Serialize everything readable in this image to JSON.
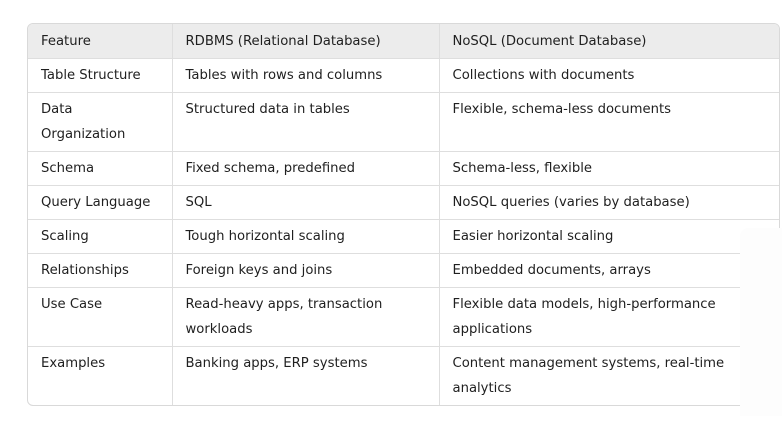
{
  "headers": [
    "Feature",
    "RDBMS (Relational Database)",
    "NoSQL (Document Database)"
  ],
  "rows": [
    [
      "Table Structure",
      "Tables with rows and columns",
      "Collections with documents"
    ],
    [
      "Data Organization",
      "Structured data in tables",
      "Flexible, schema-less documents"
    ],
    [
      "Schema",
      "Fixed schema, predefined",
      "Schema-less, flexible"
    ],
    [
      "Query Language",
      "SQL",
      "NoSQL queries (varies by database)"
    ],
    [
      "Scaling",
      "Tough horizontal scaling",
      "Easier horizontal scaling"
    ],
    [
      "Relationships",
      "Foreign keys and joins",
      "Embedded documents, arrays"
    ],
    [
      "Use Case",
      "Read-heavy apps, transaction workloads",
      "Flexible data models, high-performance applications"
    ],
    [
      "Examples",
      "Banking apps, ERP systems",
      "Content management systems, real-time analytics"
    ]
  ]
}
